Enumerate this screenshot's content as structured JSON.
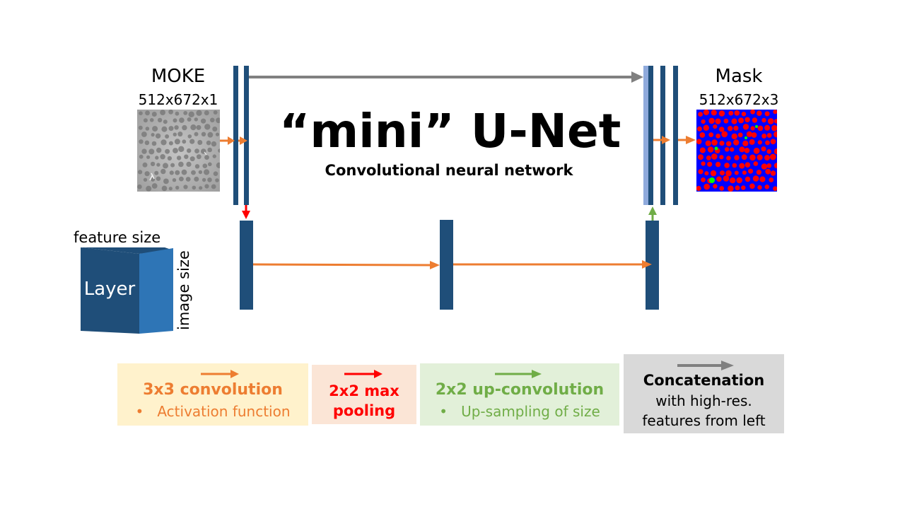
{
  "title": {
    "main": "“mini” U-Net",
    "subtitle": "Convolutional neural network"
  },
  "input_image": {
    "label": "MOKE",
    "dims": "512x672x1"
  },
  "output_image": {
    "label": "Mask",
    "dims": "512x672x3"
  },
  "layer_cube": {
    "face_label": "Layer",
    "top_label": "feature size",
    "side_label": "image size"
  },
  "legend": [
    {
      "title": "3x3 convolution",
      "bullet": "Activation function",
      "color": "#ed7d31",
      "bg": "#fff2cc"
    },
    {
      "title": "2x2 max pooling",
      "title_line1": "2x2 max",
      "title_line2": "pooling",
      "color": "#ff0000",
      "bg": "#fbe5d6"
    },
    {
      "title": "2x2 up-convolution",
      "bullet": "Up-sampling of size",
      "color": "#70ad47",
      "bg": "#e2f0d9"
    },
    {
      "title": "Concatenation",
      "line2": "with high-res.",
      "line3": "features from left",
      "color": "#808080",
      "bg": "#d9d9d9"
    }
  ],
  "colors": {
    "layer_bar": "#1f4e79",
    "layer_bar_light": "#8faadc",
    "convolution": "#ed7d31",
    "max_pooling": "#ff0000",
    "up_convolution": "#70ad47",
    "concatenation": "#808080",
    "mask_background": "#0000ff",
    "mask_objects": "#ff0000",
    "mask_defects": "#00ff00"
  }
}
